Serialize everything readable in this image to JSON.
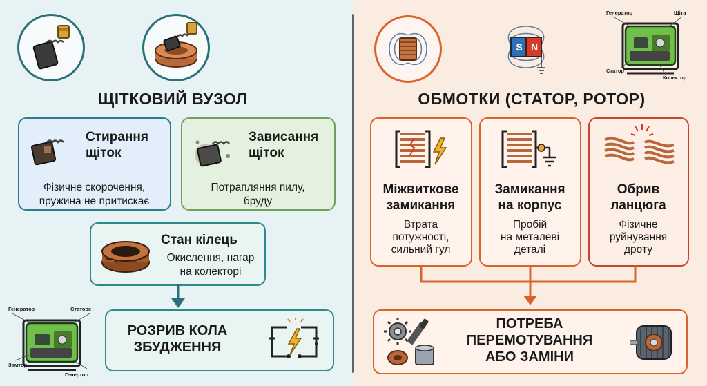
{
  "left": {
    "title": "ЩІТКОВИЙ ВУЗОЛ",
    "card_wear": {
      "title_line1": "Стирання",
      "title_line2": "щіток",
      "text_line1": "Фізичне скорочення,",
      "text_line2": "пружина не притискає"
    },
    "card_stuck": {
      "title_line1": "Зависання",
      "title_line2": "щіток",
      "text_line1": "Потрапляння пилу,",
      "text_line2": "бруду"
    },
    "card_rings": {
      "title": "Стан кілець",
      "text_line1": "Окислення, нагар",
      "text_line2": "на колекторі"
    },
    "result": {
      "line1": "РОЗРИВ КОЛА",
      "line2": "ЗБУДЖЕННЯ"
    },
    "generator_labels": {
      "top_left": "Генератор",
      "top_right": "Статорк",
      "bottom_left": "Замтор",
      "bottom_right": "Генертор"
    }
  },
  "right": {
    "title": "ОБМОТКИ (СТАТОР, РОТОР)",
    "generator_labels": {
      "top_left": "Генератор",
      "top_right": "Щіта",
      "bottom_left": "Статор",
      "bottom_right": "Колектор"
    },
    "magnet": {
      "s": "S",
      "n": "N"
    },
    "card_short": {
      "title_line1": "Міжвиткове",
      "title_line2": "замикання",
      "text_line1": "Втрата",
      "text_line2": "потужності,",
      "text_line3": "сильний гул"
    },
    "card_ground": {
      "title_line1": "Замикання",
      "title_line2": "на корпус",
      "text_line1": "Пробій",
      "text_line2": "на металеві",
      "text_line3": "деталі"
    },
    "card_break": {
      "title_line1": "Обрив",
      "title_line2": "ланцюга",
      "text_line1": "Фізичне",
      "text_line2": "руйнування",
      "text_line3": "дроту"
    },
    "result": {
      "line1": "ПОТРЕБА",
      "line2": "ПЕРЕМОТУВАННЯ",
      "line3": "АБО ЗАМІНИ"
    }
  },
  "colors": {
    "teal": "#2a6f7a",
    "orange": "#d9632a",
    "copper": "#b8673a"
  }
}
